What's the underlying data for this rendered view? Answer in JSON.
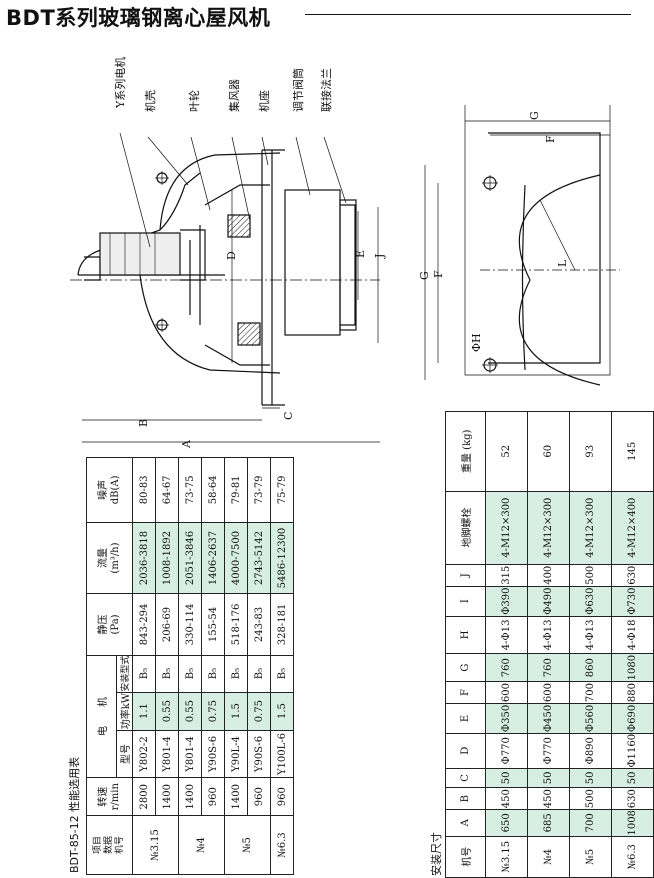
{
  "title": "BDT系列玻璃钢离心屋风机",
  "drawing": {
    "labels": {
      "motor": "Y系列电机",
      "casing": "机壳",
      "impeller": "叶轮",
      "collector": "集风器",
      "base": "机座",
      "damper": "调节阀筒",
      "flange": "联接法兰"
    },
    "dims": {
      "A": "A",
      "B": "B",
      "C": "C",
      "D": "D",
      "E": "E",
      "J": "J",
      "G": "G",
      "F": "F",
      "L": "L",
      "H": "ΦH"
    }
  },
  "perf_table": {
    "caption": "BDT-85-12 性能选用表",
    "corner_top": "项目",
    "corner_mid": "数据",
    "corner_bottom": "机号",
    "h_speed": "转速",
    "h_speed_unit": "r/min",
    "h_motor": "电",
    "h_motor2": "机",
    "h_model": "型号",
    "h_power": "功率kW",
    "h_mount": "安装型式",
    "h_pressure": "静压",
    "h_pressure_unit": "(Pa)",
    "h_flow": "流量",
    "h_flow_unit": "(m³/h)",
    "h_noise": "噪声",
    "h_noise_unit": "dB(A)",
    "groups": [
      {
        "no": "№3.15",
        "rows": [
          {
            "speed": "2800",
            "model": "Y802-2",
            "power": "1.1",
            "mount": "B₅",
            "pressure": "843-294",
            "flow": "2036-3818",
            "noise": "80-83"
          },
          {
            "speed": "1400",
            "model": "Y801-4",
            "power": "0.55",
            "mount": "B₅",
            "pressure": "206-69",
            "flow": "1008-1892",
            "noise": "64-67"
          }
        ]
      },
      {
        "no": "№4",
        "rows": [
          {
            "speed": "1400",
            "model": "Y801-4",
            "power": "0.55",
            "mount": "B₅",
            "pressure": "330-114",
            "flow": "2051-3846",
            "noise": "73-75"
          },
          {
            "speed": "960",
            "model": "Y90S-6",
            "power": "0.75",
            "mount": "B₅",
            "pressure": "155-54",
            "flow": "1406-2637",
            "noise": "58-64"
          }
        ]
      },
      {
        "no": "№5",
        "rows": [
          {
            "speed": "1400",
            "model": "Y90L-4",
            "power": "1.5",
            "mount": "B₅",
            "pressure": "518-176",
            "flow": "4000-7500",
            "noise": "79-81"
          },
          {
            "speed": "960",
            "model": "Y90S-6",
            "power": "0.75",
            "mount": "B₅",
            "pressure": "243-83",
            "flow": "2743-5142",
            "noise": "73-79"
          }
        ]
      },
      {
        "no": "№6.3",
        "rows": [
          {
            "speed": "960",
            "model": "Y100L-6",
            "power": "1.5",
            "mount": "B₅",
            "pressure": "328-181",
            "flow": "5486-12300",
            "noise": "75-79"
          }
        ]
      }
    ]
  },
  "install_table": {
    "caption": "安装尺寸",
    "headers": [
      "机号",
      "A",
      "B",
      "C",
      "D",
      "E",
      "F",
      "G",
      "H",
      "I",
      "J",
      "地脚螺栓",
      "重量 (kg)"
    ],
    "rows": [
      [
        "№3.15",
        "650",
        "450",
        "50",
        "Φ770",
        "Φ350",
        "600",
        "760",
        "4-Φ13",
        "Φ390",
        "315",
        "4-M12×300",
        "52"
      ],
      [
        "№4",
        "685",
        "450",
        "50",
        "Φ770",
        "Φ450",
        "600",
        "760",
        "4-Φ13",
        "Φ490",
        "400",
        "4-M12×300",
        "60"
      ],
      [
        "№5",
        "700",
        "500",
        "50",
        "Φ890",
        "Φ560",
        "700",
        "860",
        "4-Φ13",
        "Φ630",
        "500",
        "4-M12×300",
        "93"
      ],
      [
        "№6.3",
        "1008",
        "630",
        "50",
        "Φ1160",
        "Φ690",
        "880",
        "1080",
        "4-Φ18",
        "Φ730",
        "630",
        "4-M12×400",
        "145"
      ]
    ]
  }
}
